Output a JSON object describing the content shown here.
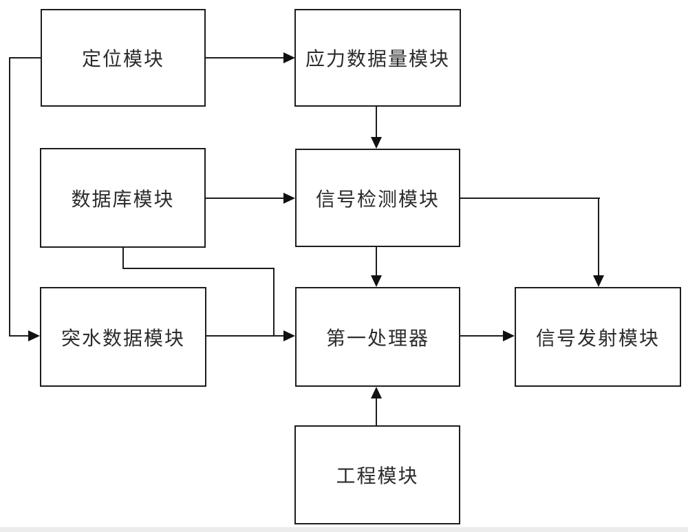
{
  "diagram": {
    "background_color": "#ffffff",
    "line_color": "#1c1c1c",
    "text_color": "#2b2b2b",
    "nodes": [
      {
        "id": "positioning-module",
        "label": "定位模块"
      },
      {
        "id": "stress-data-module",
        "label": "应力数据量模块"
      },
      {
        "id": "database-module",
        "label": "数据库模块"
      },
      {
        "id": "signal-detection-module",
        "label": "信号检测模块"
      },
      {
        "id": "water-inrush-data-module",
        "label": "突水数据模块"
      },
      {
        "id": "first-processor",
        "label": "第一处理器"
      },
      {
        "id": "signal-transmit-module",
        "label": "信号发射模块"
      },
      {
        "id": "engineering-module",
        "label": "工程模块"
      }
    ],
    "edges": [
      {
        "from": "定位模块",
        "to": "应力数据量模块"
      },
      {
        "from": "应力数据量模块",
        "to": "信号检测模块"
      },
      {
        "from": "数据库模块",
        "to": "信号检测模块"
      },
      {
        "from": "信号检测模块",
        "to": "第一处理器"
      },
      {
        "from": "信号检测模块",
        "to": "信号发射模块"
      },
      {
        "from": "数据库模块",
        "to": "第一处理器"
      },
      {
        "from": "定位模块",
        "to": "突水数据模块"
      },
      {
        "from": "突水数据模块",
        "to": "第一处理器"
      },
      {
        "from": "第一处理器",
        "to": "信号发射模块"
      },
      {
        "from": "工程模块",
        "to": "第一处理器"
      }
    ]
  }
}
